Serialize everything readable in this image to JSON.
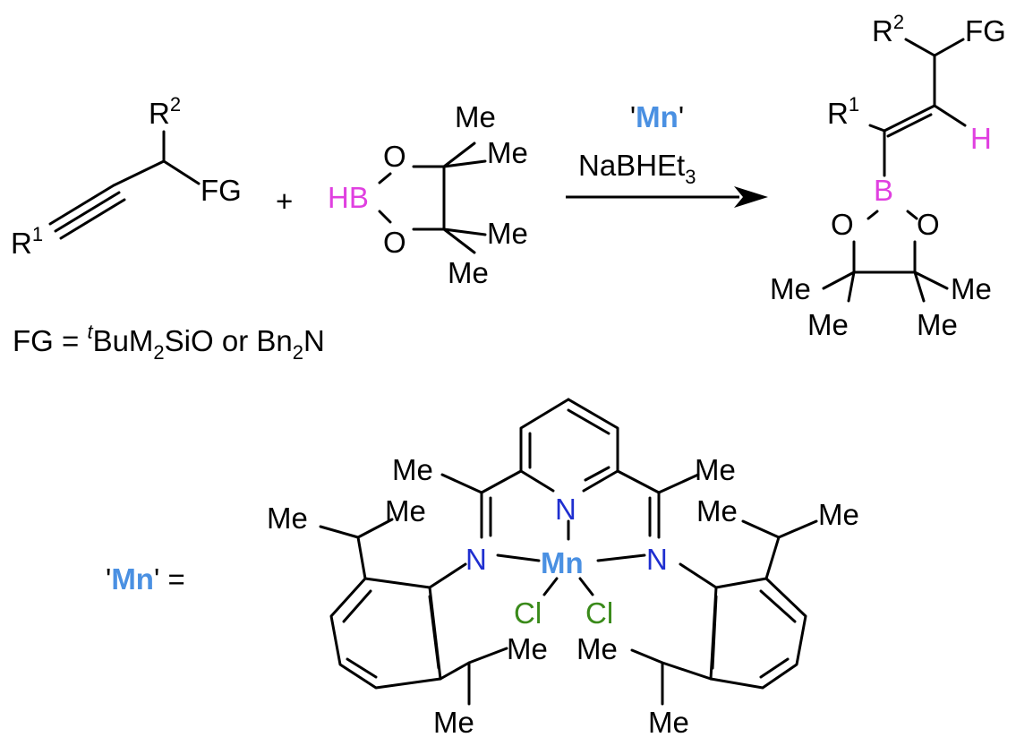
{
  "colors": {
    "black": "#000000",
    "boron": "#e040e0",
    "hydrogen": "#e040e0",
    "manganese": "#4a90e2",
    "nitrogen": "#1f2fd0",
    "chlorine": "#3a8a1a"
  },
  "reactant_alkyne": {
    "r1": "R",
    "r1_sup": "1",
    "r2": "R",
    "r2_sup": "2",
    "fg": "FG"
  },
  "plus": "+",
  "pinacolborane": {
    "hb": "HB",
    "o_top": "O",
    "o_bottom": "O",
    "me1": "Me",
    "me2": "Me",
    "me3": "Me",
    "me4": "Me"
  },
  "conditions": {
    "catalyst_q1": "'",
    "catalyst": "Mn",
    "catalyst_q2": "'",
    "reagent": "NaBHEt",
    "reagent_sub": "3"
  },
  "product": {
    "r2": "R",
    "r2_sup": "2",
    "fg": "FG",
    "r1": "R",
    "r1_sup": "1",
    "h": "H",
    "b": "B",
    "o_left": "O",
    "o_right": "O",
    "me1": "Me",
    "me2": "Me",
    "me3": "Me",
    "me4": "Me"
  },
  "fg_definition": {
    "prefix": "FG = ",
    "t": "t",
    "part1": "BuM",
    "sub1": "2",
    "part2": "SiO or Bn",
    "sub2": "2",
    "part3": "N"
  },
  "catalyst_structure": {
    "label_q1": "'",
    "label_mn": "Mn",
    "label_rest": "' =",
    "n_pyridine": "N",
    "n_left": "N",
    "n_right": "N",
    "mn": "Mn",
    "cl_left": "Cl",
    "cl_right": "Cl",
    "me_imine_left": "Me",
    "me_imine_right": "Me",
    "me_ipr_tl_a": "Me",
    "me_ipr_tl_b": "Me",
    "me_ipr_bl_a": "Me",
    "me_ipr_bl_b": "Me",
    "me_ipr_tr_a": "Me",
    "me_ipr_tr_b": "Me",
    "me_ipr_br_a": "Me",
    "me_ipr_br_b": "Me"
  }
}
